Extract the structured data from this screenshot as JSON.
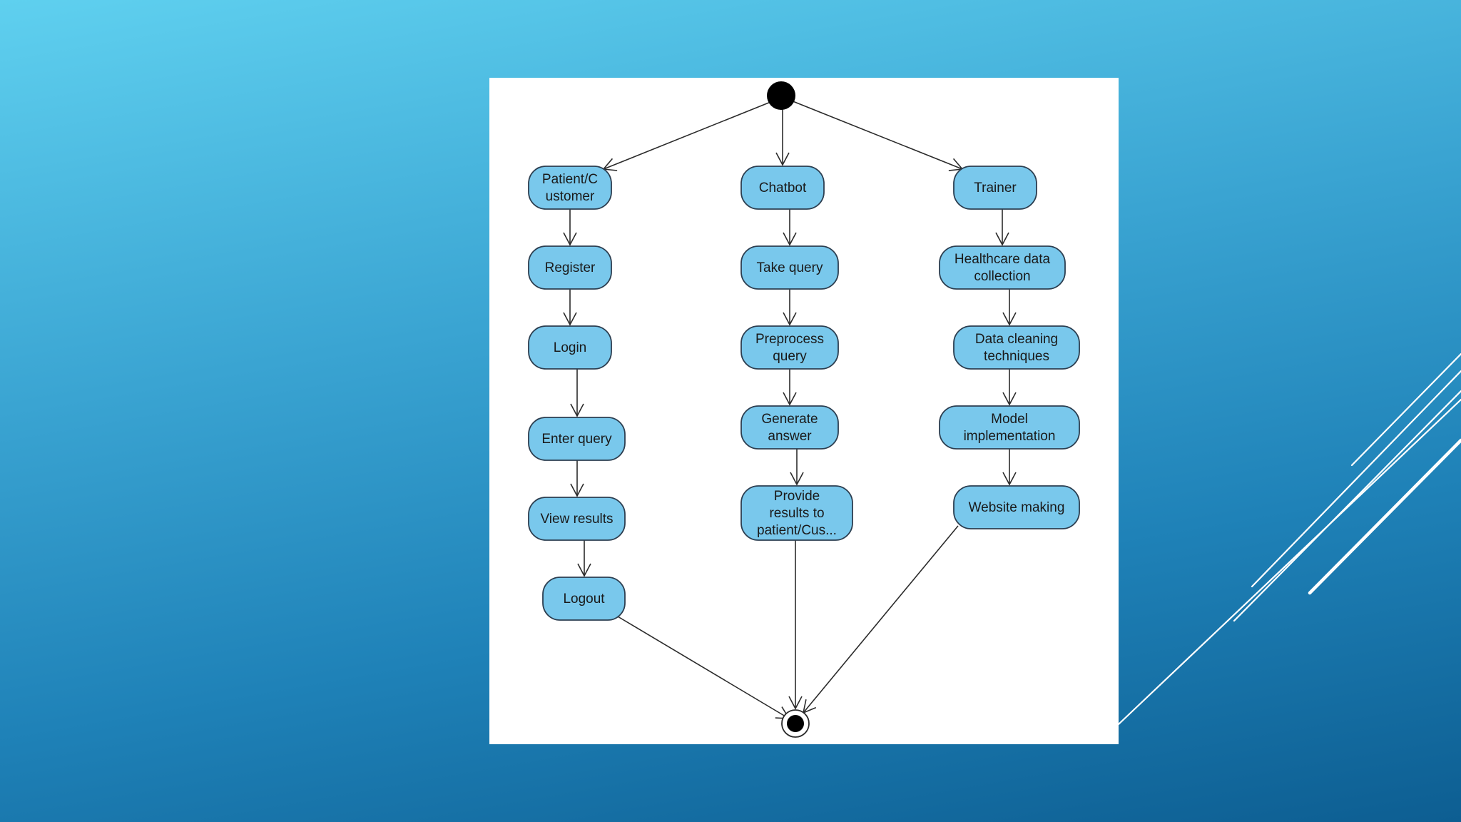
{
  "colors": {
    "node_fill": "#79c8ec",
    "node_stroke": "#2c3e50",
    "edge": "#2b2b2b",
    "panel": "#ffffff",
    "accent_lines": "#ffffff"
  },
  "diagram": {
    "type": "activity-diagram",
    "nodes": [
      {
        "id": "patient",
        "lines": [
          "Patient/C",
          "ustomer"
        ]
      },
      {
        "id": "register",
        "lines": [
          "Register"
        ]
      },
      {
        "id": "login",
        "lines": [
          "Login"
        ]
      },
      {
        "id": "enter-query",
        "lines": [
          "Enter query"
        ]
      },
      {
        "id": "view-results",
        "lines": [
          "View results"
        ]
      },
      {
        "id": "logout",
        "lines": [
          "Logout"
        ]
      },
      {
        "id": "chatbot",
        "lines": [
          "Chatbot"
        ]
      },
      {
        "id": "take-query",
        "lines": [
          "Take query"
        ]
      },
      {
        "id": "preprocess-query",
        "lines": [
          "Preprocess",
          "query"
        ]
      },
      {
        "id": "generate-answer",
        "lines": [
          "Generate",
          "answer"
        ]
      },
      {
        "id": "provide-results",
        "lines": [
          "Provide",
          "results to",
          "patient/Cus..."
        ]
      },
      {
        "id": "trainer",
        "lines": [
          "Trainer"
        ]
      },
      {
        "id": "healthcare-data",
        "lines": [
          "Healthcare data",
          "collection"
        ]
      },
      {
        "id": "data-cleaning",
        "lines": [
          "Data cleaning",
          "techniques"
        ]
      },
      {
        "id": "model-impl",
        "lines": [
          "Model",
          "implementation"
        ]
      },
      {
        "id": "website-making",
        "lines": [
          "Website making"
        ]
      }
    ],
    "edges": [
      [
        "start",
        "patient"
      ],
      [
        "start",
        "chatbot"
      ],
      [
        "start",
        "trainer"
      ],
      [
        "patient",
        "register"
      ],
      [
        "register",
        "login"
      ],
      [
        "login",
        "enter-query"
      ],
      [
        "enter-query",
        "view-results"
      ],
      [
        "view-results",
        "logout"
      ],
      [
        "logout",
        "end"
      ],
      [
        "chatbot",
        "take-query"
      ],
      [
        "take-query",
        "preprocess-query"
      ],
      [
        "preprocess-query",
        "generate-answer"
      ],
      [
        "generate-answer",
        "provide-results"
      ],
      [
        "provide-results",
        "end"
      ],
      [
        "trainer",
        "healthcare-data"
      ],
      [
        "healthcare-data",
        "data-cleaning"
      ],
      [
        "data-cleaning",
        "model-impl"
      ],
      [
        "model-impl",
        "website-making"
      ],
      [
        "website-making",
        "end"
      ]
    ]
  }
}
